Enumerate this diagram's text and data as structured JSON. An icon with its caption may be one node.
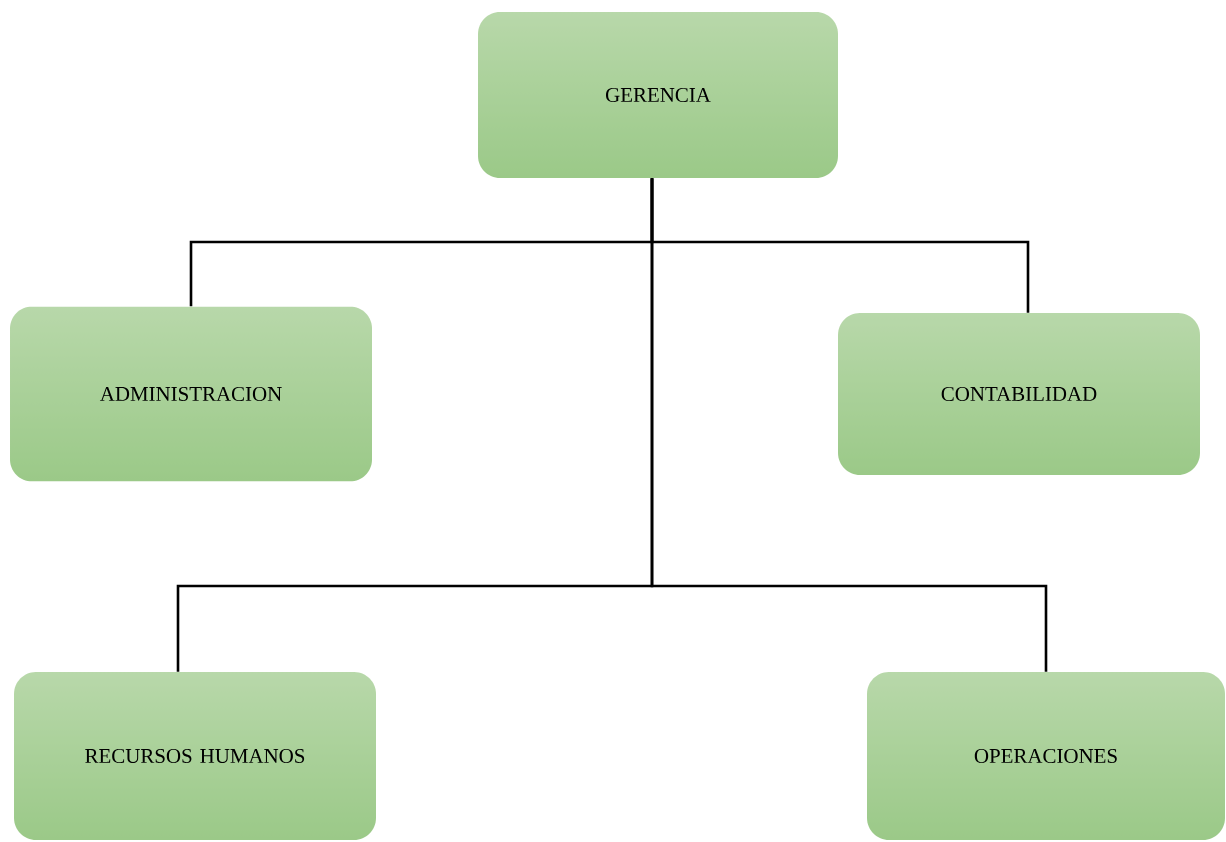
{
  "diagram": {
    "nodes": [
      {
        "text": [
          "GERENCIA"
        ]
      },
      {
        "text": [
          "ADMINISTRACION"
        ]
      },
      {
        "text": [
          "CONTABILIDAD"
        ]
      },
      {
        "text": [
          "RECURSOS HUMANOS"
        ]
      },
      {
        "text": [
          "OPERACIONES"
        ]
      }
    ],
    "edges": [
      {
        "from": 0,
        "to": 1,
        "arrow": "none"
      },
      {
        "from": 0,
        "to": 2,
        "arrow": "none"
      },
      {
        "from": 0,
        "to": 3,
        "arrow": "none"
      },
      {
        "from": 0,
        "to": 4,
        "arrow": "none"
      }
    ]
  }
}
